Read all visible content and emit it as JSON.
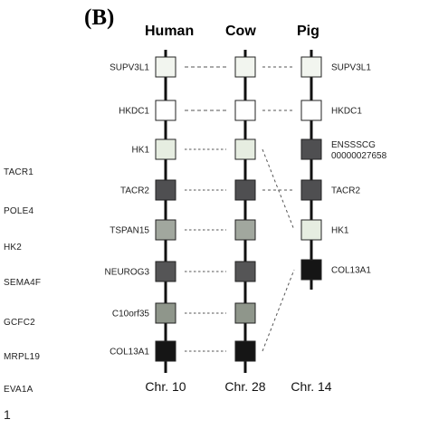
{
  "panel_label": "(B)",
  "species": [
    {
      "name": "Human",
      "chromosome": "Chr. 10",
      "genes": [
        {
          "label": "SUPV3L1",
          "fill": "#f2f5ef"
        },
        {
          "label": "HKDC1",
          "fill": "#ffffff"
        },
        {
          "label": "HK1",
          "fill": "#e6ede1"
        },
        {
          "label": "TACR2",
          "fill": "#4f4f51"
        },
        {
          "label": "TSPAN15",
          "fill": "#a1a79e"
        },
        {
          "label": "NEUROG3",
          "fill": "#555556"
        },
        {
          "label": "C10orf35",
          "fill": "#8f968b"
        },
        {
          "label": "COL13A1",
          "fill": "#151515"
        }
      ]
    },
    {
      "name": "Cow",
      "chromosome": "Chr. 28",
      "genes": [
        {
          "label": "",
          "fill": "#f2f5ef"
        },
        {
          "label": "",
          "fill": "#ffffff"
        },
        {
          "label": "",
          "fill": "#e6ede1"
        },
        {
          "label": "",
          "fill": "#4f4f51"
        },
        {
          "label": "",
          "fill": "#a1a79e"
        },
        {
          "label": "",
          "fill": "#555556"
        },
        {
          "label": "",
          "fill": "#8f968b"
        },
        {
          "label": "",
          "fill": "#151515"
        }
      ]
    },
    {
      "name": "Pig",
      "chromosome": "Chr. 14",
      "genes": [
        {
          "label": "SUPV3L1",
          "fill": "#f2f5ef"
        },
        {
          "label": "HKDC1",
          "fill": "#ffffff"
        },
        {
          "label": "ENSSSCG 00000027658",
          "fill": "#4f4f51"
        },
        {
          "label": "TACR2",
          "fill": "#4f4f51"
        },
        {
          "label": "HK1",
          "fill": "#e6ede1"
        },
        {
          "label": "COL13A1",
          "fill": "#151515"
        }
      ]
    }
  ],
  "links_human_cow": "dashed",
  "links_cow_pig": [
    {
      "cow_gene": 0,
      "pig_gene": 0
    },
    {
      "cow_gene": 1,
      "pig_gene": 1
    },
    {
      "cow_gene": 2,
      "pig_gene": 4
    },
    {
      "cow_gene": 3,
      "pig_gene": 3
    },
    {
      "cow_gene": 7,
      "pig_gene": 5
    }
  ],
  "left_genes": [
    "TACR1",
    "POLE4",
    "HK2",
    "SEMA4F",
    "GCFC2",
    "MRPL19",
    "EVA1A"
  ],
  "page_number": "1"
}
